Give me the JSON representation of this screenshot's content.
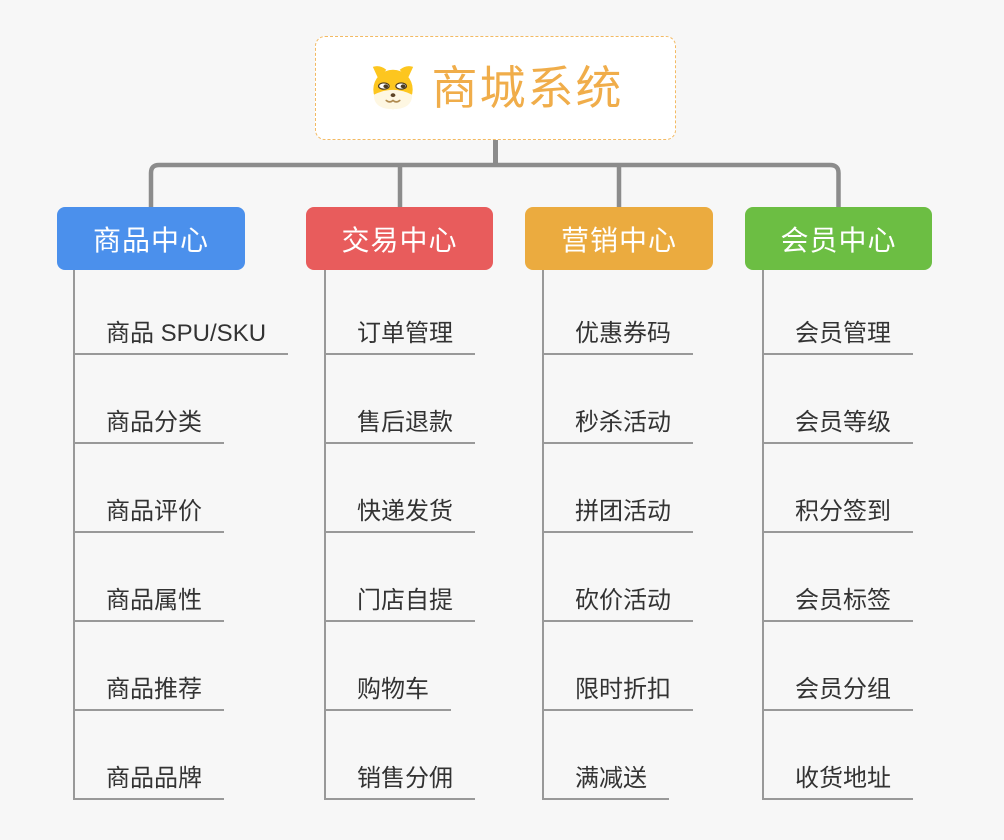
{
  "page": {
    "background_color": "#F7F7F7",
    "connector_color": "#8C8C8C",
    "leaf_line_color": "#999999",
    "leaf_text_color": "#333333"
  },
  "root": {
    "label": "商城系统",
    "icon": "doge-dog-icon",
    "text_color": "#F0AD4A",
    "border_color": "#F3BA63"
  },
  "branches": [
    {
      "label": "商品中心",
      "color": "#4B90EC",
      "items": [
        "商品 SPU/SKU",
        "商品分类",
        "商品评价",
        "商品属性",
        "商品推荐",
        "商品品牌"
      ]
    },
    {
      "label": "交易中心",
      "color": "#E85C5C",
      "items": [
        "订单管理",
        "售后退款",
        "快递发货",
        "门店自提",
        "购物车",
        "销售分佣"
      ]
    },
    {
      "label": "营销中心",
      "color": "#EBAB3F",
      "items": [
        "优惠券码",
        "秒杀活动",
        "拼团活动",
        "砍价活动",
        "限时折扣",
        "满减送"
      ]
    },
    {
      "label": "会员中心",
      "color": "#6CBE43",
      "items": [
        "会员管理",
        "会员等级",
        "积分签到",
        "会员标签",
        "会员分组",
        "收货地址"
      ]
    }
  ]
}
